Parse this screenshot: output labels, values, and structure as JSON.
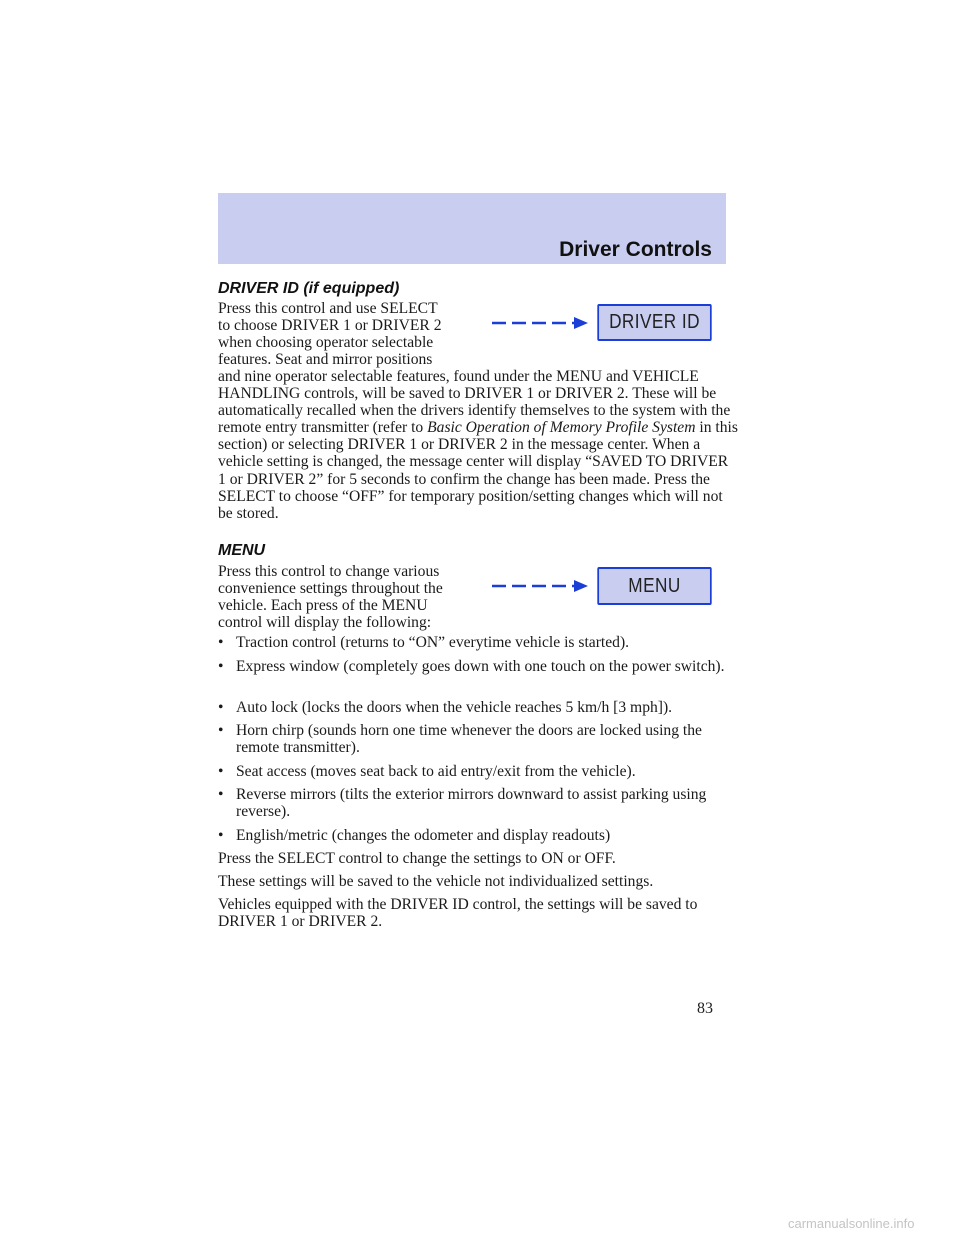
{
  "header": {
    "title": "Driver Controls"
  },
  "driver_id_section": {
    "heading": "DRIVER ID (if equipped)",
    "control_label": "DRIVER ID",
    "lines_narrow": [
      "Press this control and use SELECT",
      "to choose DRIVER 1 or DRIVER 2",
      "when choosing operator selectable",
      "features. Seat and mirror positions"
    ],
    "para_rest_a": "and nine operator selectable features, found under the MENU and VEHICLE HANDLING controls, will be saved to DRIVER 1 or DRIVER 2. These will be automatically recalled when the drivers identify themselves to the system with the remote entry transmitter (refer to ",
    "para_italic": "Basic Operation of Memory Profile System",
    "para_rest_b": " in this section) or selecting DRIVER 1 or DRIVER 2 in the message center. When a vehicle setting is changed, the message center will display “SAVED TO DRIVER 1 or DRIVER 2” for 5 seconds to confirm the change has been made. Press the SELECT to choose “OFF” for temporary position/setting changes which will not be stored."
  },
  "menu_section": {
    "heading": "MENU",
    "control_label": "MENU",
    "lines_narrow": [
      "Press this control to change various",
      "convenience settings throughout the",
      "vehicle. Each press of the MENU",
      "control will display the following:"
    ],
    "bullet_char": "•",
    "bullets": [
      "Traction control (returns to “ON” everytime vehicle is started).",
      "Express window (completely goes down with one touch on the power switch).",
      "Auto lock (locks the doors when the vehicle reaches 5 km/h [3 mph]).",
      "Horn chirp (sounds horn one time whenever the doors are locked using the remote transmitter).",
      "Seat access (moves seat back to aid entry/exit from the vehicle).",
      "Reverse mirrors (tilts the exterior mirrors downward to assist parking using reverse).",
      "English/metric (changes the odometer and display readouts)"
    ],
    "after": [
      "Press the SELECT control to change the settings to ON or OFF.",
      "These settings will be saved to the vehicle not individualized settings.",
      "Vehicles equipped with the DRIVER ID control, the settings will be saved to DRIVER 1 or DRIVER 2."
    ]
  },
  "page_number": "83",
  "watermark": "carmanualsonline.info",
  "colors": {
    "band": "#c9cdf0",
    "arrow": "#1b3fd6"
  }
}
